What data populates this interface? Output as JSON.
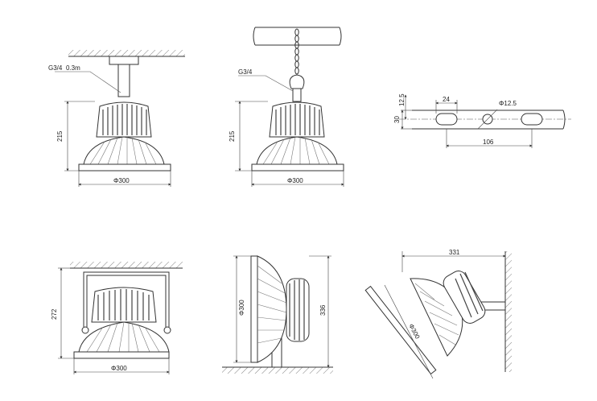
{
  "views": {
    "ceiling_mount": {
      "thread": "G3/4",
      "cable": "0.3m",
      "height": "215",
      "diameter": "Φ300"
    },
    "chain_hook": {
      "thread": "G3/4",
      "height": "215",
      "diameter": "Φ300"
    },
    "slot_detail": {
      "d1": "12.5",
      "d2": "30",
      "slot_w": "24",
      "hole": "Φ12.5",
      "spacing": "106"
    },
    "bracket_ceiling": {
      "height": "272",
      "diameter": "Φ300"
    },
    "side_wall": {
      "diameter": "Φ300",
      "height": "336"
    },
    "tilted_wall": {
      "span": "331",
      "diameter": "Φ300"
    }
  },
  "colors": {
    "line": "#333333",
    "background": "#ffffff"
  }
}
